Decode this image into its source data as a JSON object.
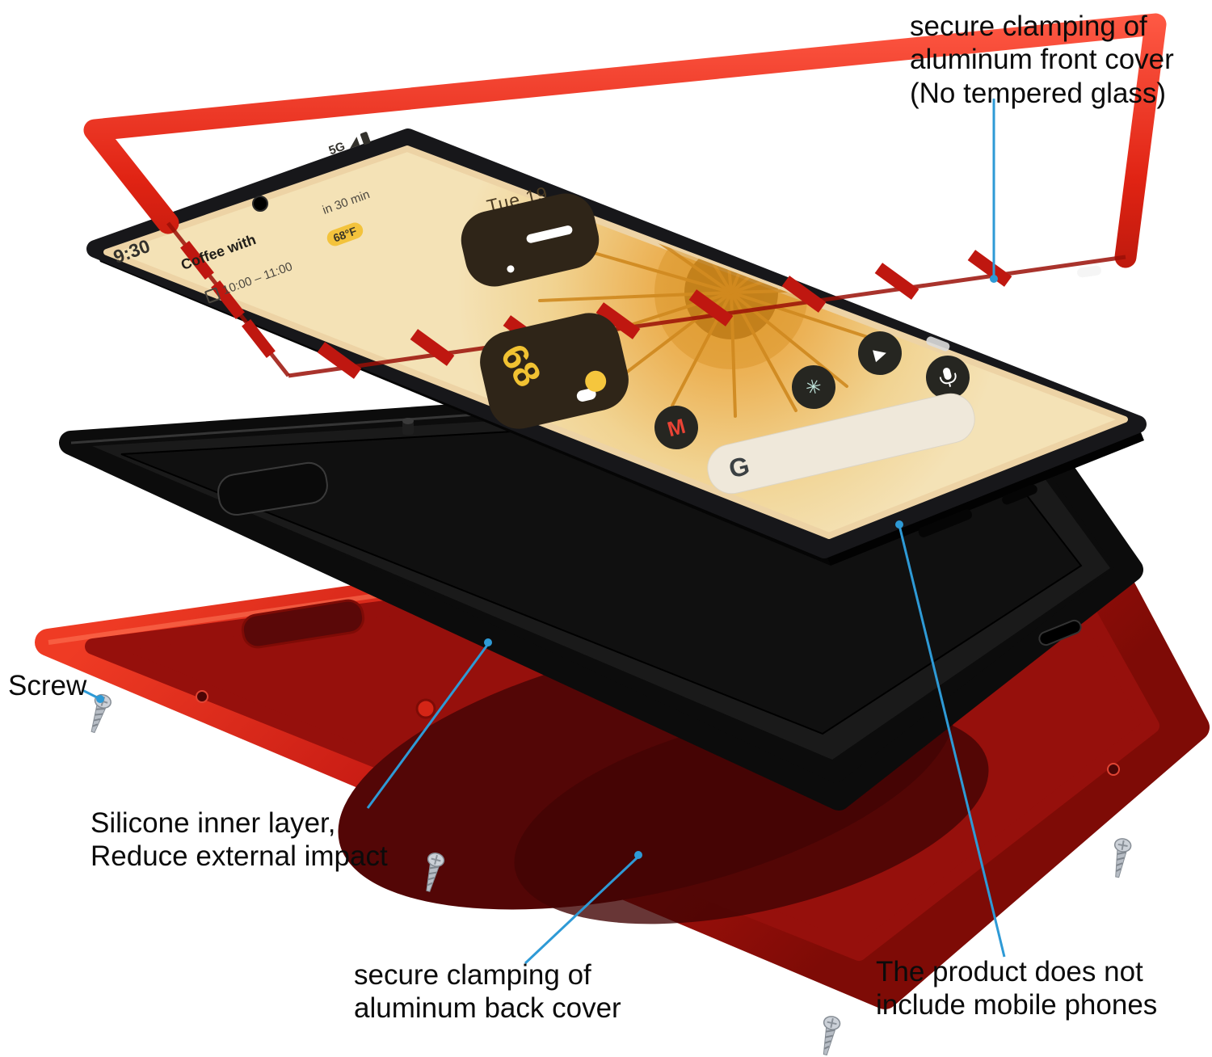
{
  "annotations": {
    "front_cover_line1": "secure clamping of",
    "front_cover_line2": "aluminum front cover",
    "front_cover_line3": "(No tempered glass)",
    "screw_label": "Screw",
    "silicone_line1": "Silicone inner layer,",
    "silicone_line2": "Reduce external impact",
    "back_cover_line1": "secure clamping of",
    "back_cover_line2": "aluminum back cover",
    "no_phone_line1": "The product does not",
    "no_phone_line2": "include mobile phones"
  },
  "screen": {
    "time": "9:30",
    "network": "5G",
    "date": "Tue 19",
    "event_title": "Coffee with",
    "event_eta": "in 30 min",
    "event_time": "10:00 – 11:00",
    "temp_badge": "68°F",
    "weather_temp": "68",
    "search_letter": "G",
    "gmail_letter": "M",
    "youtube_glyph": "▶",
    "asterisk_glyph": "✳"
  },
  "colors": {
    "callout_blue": "#2e9ad6",
    "frame_red": "#d81e12",
    "back_red": "#b01208",
    "silicone_black": "#0c0c0c",
    "screen_cream": "#f4e2b6",
    "flower_orange": "#e9a237"
  }
}
